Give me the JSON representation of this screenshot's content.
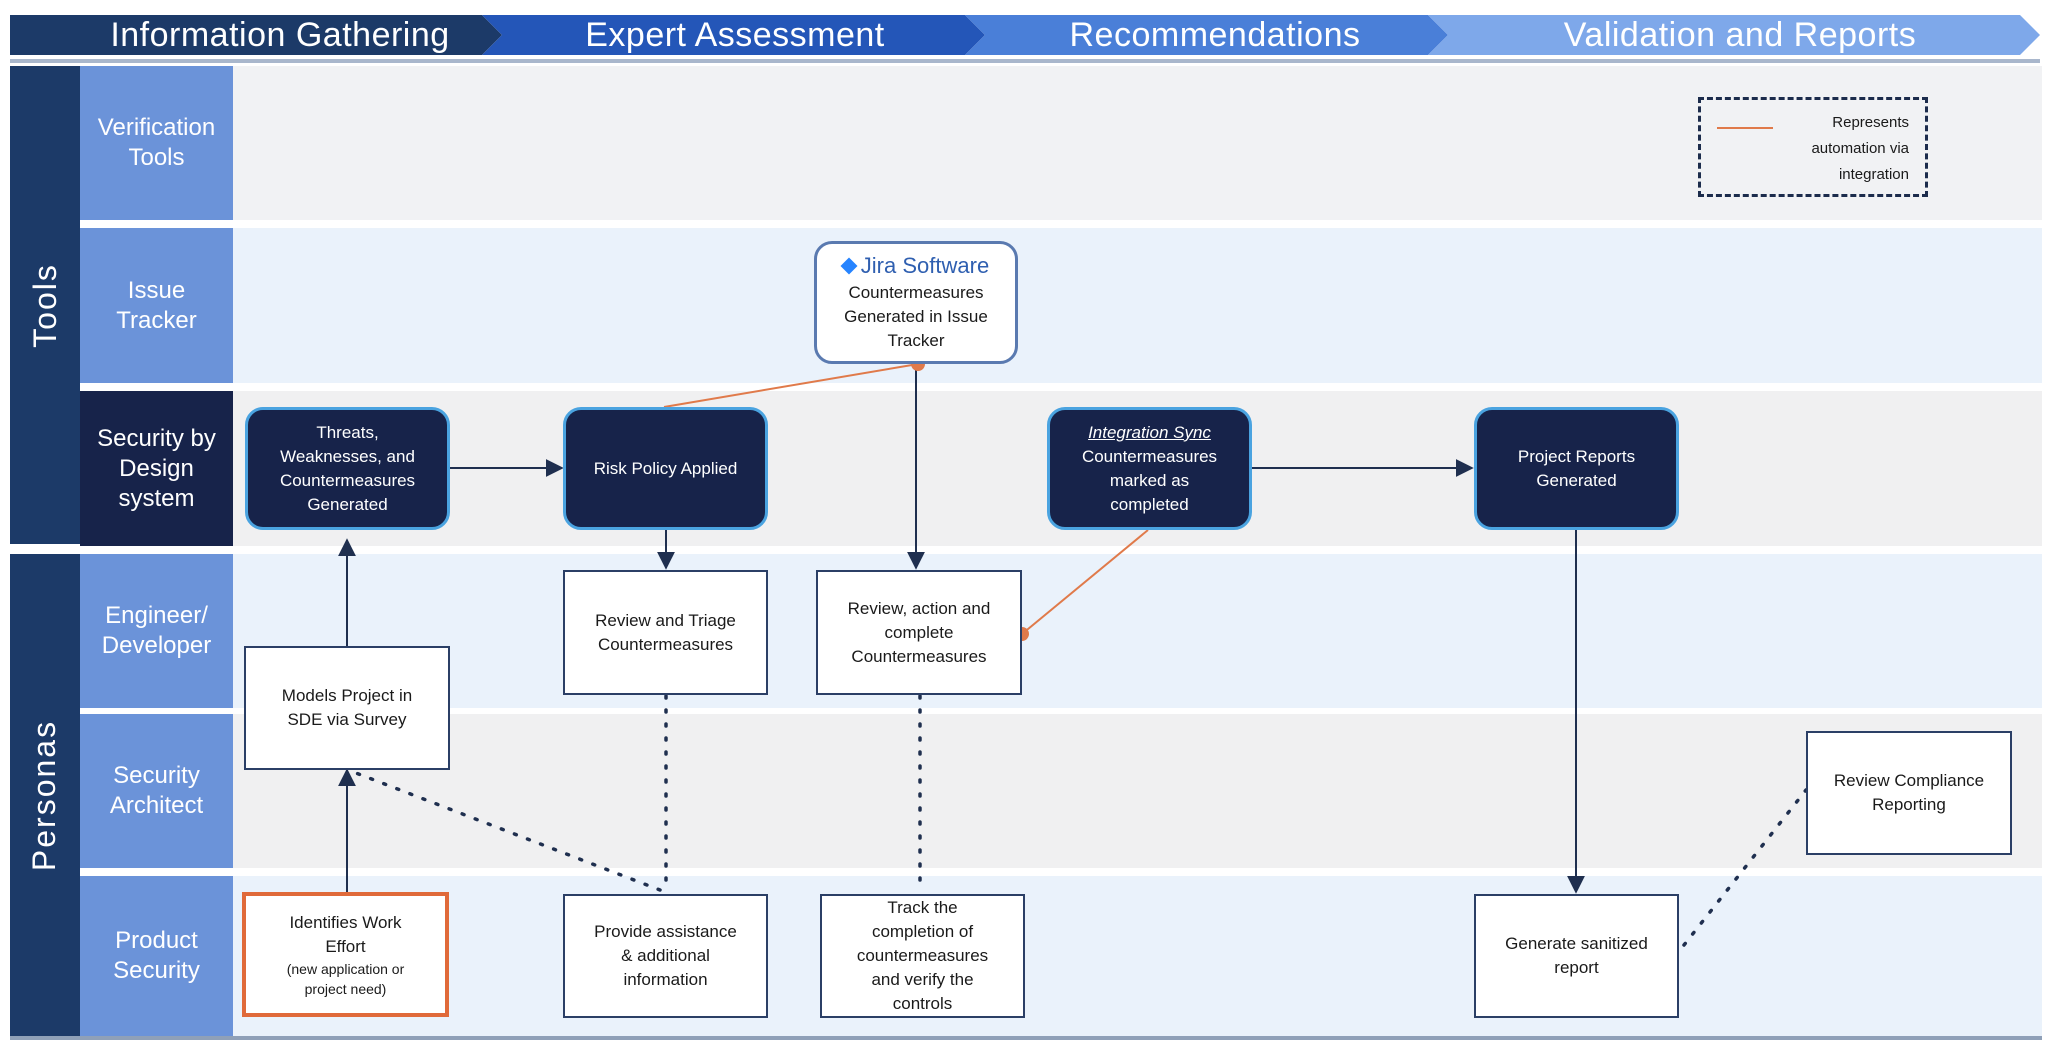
{
  "phases": [
    "Information Gathering",
    "Expert Assessment",
    "Recommendations",
    "Validation and Reports"
  ],
  "groups": {
    "tools": "Tools",
    "personas": "Personas"
  },
  "lanes": {
    "verification_tools": "Verification\nTools",
    "issue_tracker": "Issue\nTracker",
    "sbd_system": "Security by\nDesign\nsystem",
    "engineer": "Engineer/\nDeveloper",
    "security_architect": "Security\nArchitect",
    "product_security": "Product\nSecurity"
  },
  "legend": {
    "text": "Represents\nautomation via\nintegration"
  },
  "nodes": {
    "jira": {
      "brand": "Jira Software",
      "text": "Countermeasures\nGenerated in Issue\nTracker"
    },
    "threats": "Threats,\nWeaknesses, and\nCountermeasures\nGenerated",
    "risk_policy": "Risk Policy Applied",
    "integration_sync": {
      "title": "Integration Sync",
      "text": "Countermeasures\nmarked as\ncompleted"
    },
    "project_reports": "Project Reports\nGenerated",
    "review_triage": "Review and Triage\nCountermeasures",
    "review_action": "Review, action and\ncomplete\nCountermeasures",
    "models_project": "Models Project in\nSDE via Survey",
    "review_compliance": "Review Compliance\nReporting",
    "identifies_work": {
      "text": "Identifies Work\nEffort",
      "note": "(new application or\nproject need)"
    },
    "provide_assistance": "Provide assistance\n& additional\ninformation",
    "track_completion": "Track the\ncompletion of\ncountermeasures\nand verify the\ncontrols",
    "generate_report": "Generate sanitized\nreport"
  },
  "colors": {
    "phase_1": "#1c3a68",
    "phase_2": "#2456b8",
    "phase_3": "#4a7fd8",
    "phase_4": "#7ea8ea",
    "lane_label": "#6b93d9",
    "group": "#1c3a68",
    "dark_box": "#17234a",
    "automation_line": "#e07a4a",
    "highlight_border": "#e06a3a"
  }
}
